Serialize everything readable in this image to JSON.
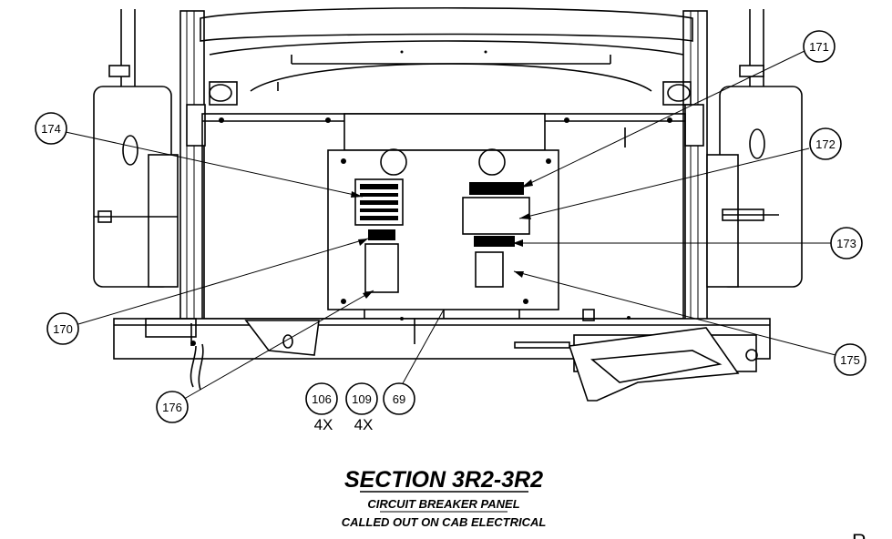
{
  "callouts": [
    {
      "id": "171",
      "label": "171"
    },
    {
      "id": "172",
      "label": "172"
    },
    {
      "id": "173",
      "label": "173"
    },
    {
      "id": "174",
      "label": "174"
    },
    {
      "id": "170",
      "label": "170"
    },
    {
      "id": "175",
      "label": "175"
    },
    {
      "id": "176",
      "label": "176"
    },
    {
      "id": "106",
      "label": "106"
    },
    {
      "id": "109",
      "label": "109"
    },
    {
      "id": "69",
      "label": "69"
    }
  ],
  "quantities": {
    "q106": "4X",
    "q109": "4X"
  },
  "section": {
    "title": "SECTION 3R2-3R2",
    "line1": "CIRCUIT BREAKER PANEL",
    "line2": "CALLED OUT ON CAB ELECTRICAL"
  },
  "edge_text": "R"
}
